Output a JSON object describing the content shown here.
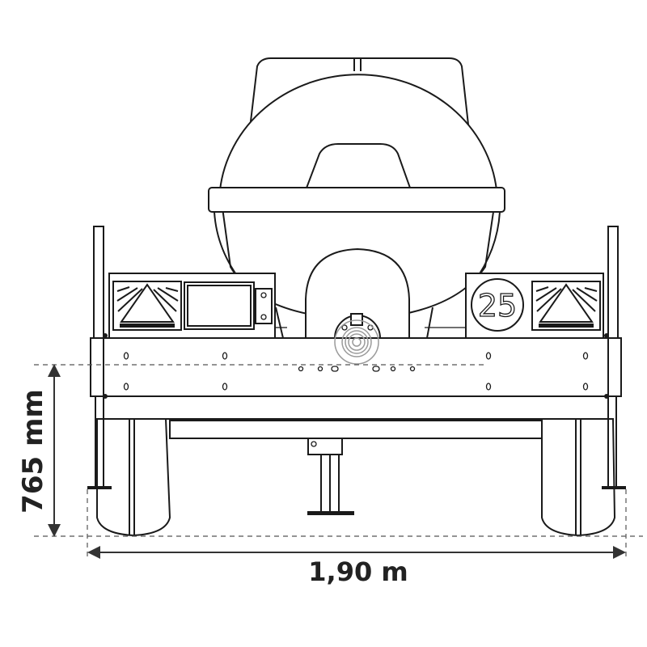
{
  "diagram": {
    "subject": "Trailer rear view with tank",
    "speed_plate": "25",
    "dimensions": {
      "height_label": "765 mm",
      "width_label": "1,90 m"
    },
    "colors": {
      "line": "#1a1a1a",
      "dim_line": "#555555",
      "hub_grey": "#9a9a9a",
      "background": "#ffffff"
    }
  }
}
